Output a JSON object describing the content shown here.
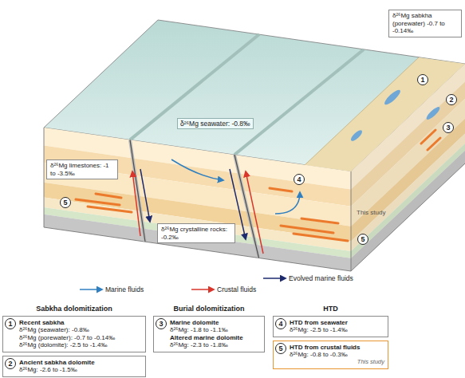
{
  "diagram": {
    "nodes": [
      {
        "text": [
          "δ²⁶Mg sabkha (porewater) -0.7 to -0.14‰"
        ]
      },
      {
        "text": [
          "1"
        ]
      },
      {
        "text": [
          "2"
        ]
      },
      {
        "text": [
          "3"
        ]
      },
      {
        "text": [
          "δ²⁶Mg seawater: -0.8‰"
        ]
      },
      {
        "text": [
          "δ²⁶Mg limestones: -1 to -3.5‰"
        ]
      },
      {
        "text": [
          "4"
        ]
      },
      {
        "text": [
          "5"
        ]
      },
      {
        "text": [
          "δ²⁶Mg crystalline rocks: -0.2‰"
        ]
      },
      {
        "text": [
          "5"
        ]
      },
      {
        "text": [
          "Recent sabkha",
          "δ²⁶Mg (seawater): -0.8‰",
          "δ²⁶Mg (porewater): -0.7 to -0.14‰",
          "δ²⁶Mg (dolomite): -2.5 to -1.4‰"
        ]
      },
      {
        "text": [
          "1"
        ],
        "in": 10
      },
      {
        "text": [
          "Ancient sabkha dolomite",
          "δ²⁶Mg: -2.6 to -1.5‰"
        ]
      },
      {
        "text": [
          "2"
        ],
        "in": 12
      },
      {
        "text": [
          "Marine dolomite",
          "δ²⁶Mg: -1.8 to -1.1‰",
          "Altered marine dolomite",
          "δ²⁶Mg: -2.3 to -1.8‰"
        ]
      },
      {
        "text": [
          "3"
        ],
        "in": 14
      },
      {
        "text": [
          "HTD from seawater",
          "δ²⁶Mg: -2.5 to -1.4‰"
        ]
      },
      {
        "text": [
          "4"
        ],
        "in": 16
      },
      {
        "text": [
          "HTD from crustal fluids",
          "δ²⁶Mg: -0.8 to -0.3‰",
          "This study"
        ]
      },
      {
        "text": [
          "5"
        ],
        "in": 18
      }
    ],
    "labels": [
      "This study",
      "Sabkha dolomitization",
      "Burial dolomitization",
      "HTD"
    ],
    "legend": [
      {
        "text": "Evolved marine fluids"
      },
      {
        "text": "Marine fluids"
      },
      {
        "text": "Crustal fluids"
      }
    ]
  }
}
